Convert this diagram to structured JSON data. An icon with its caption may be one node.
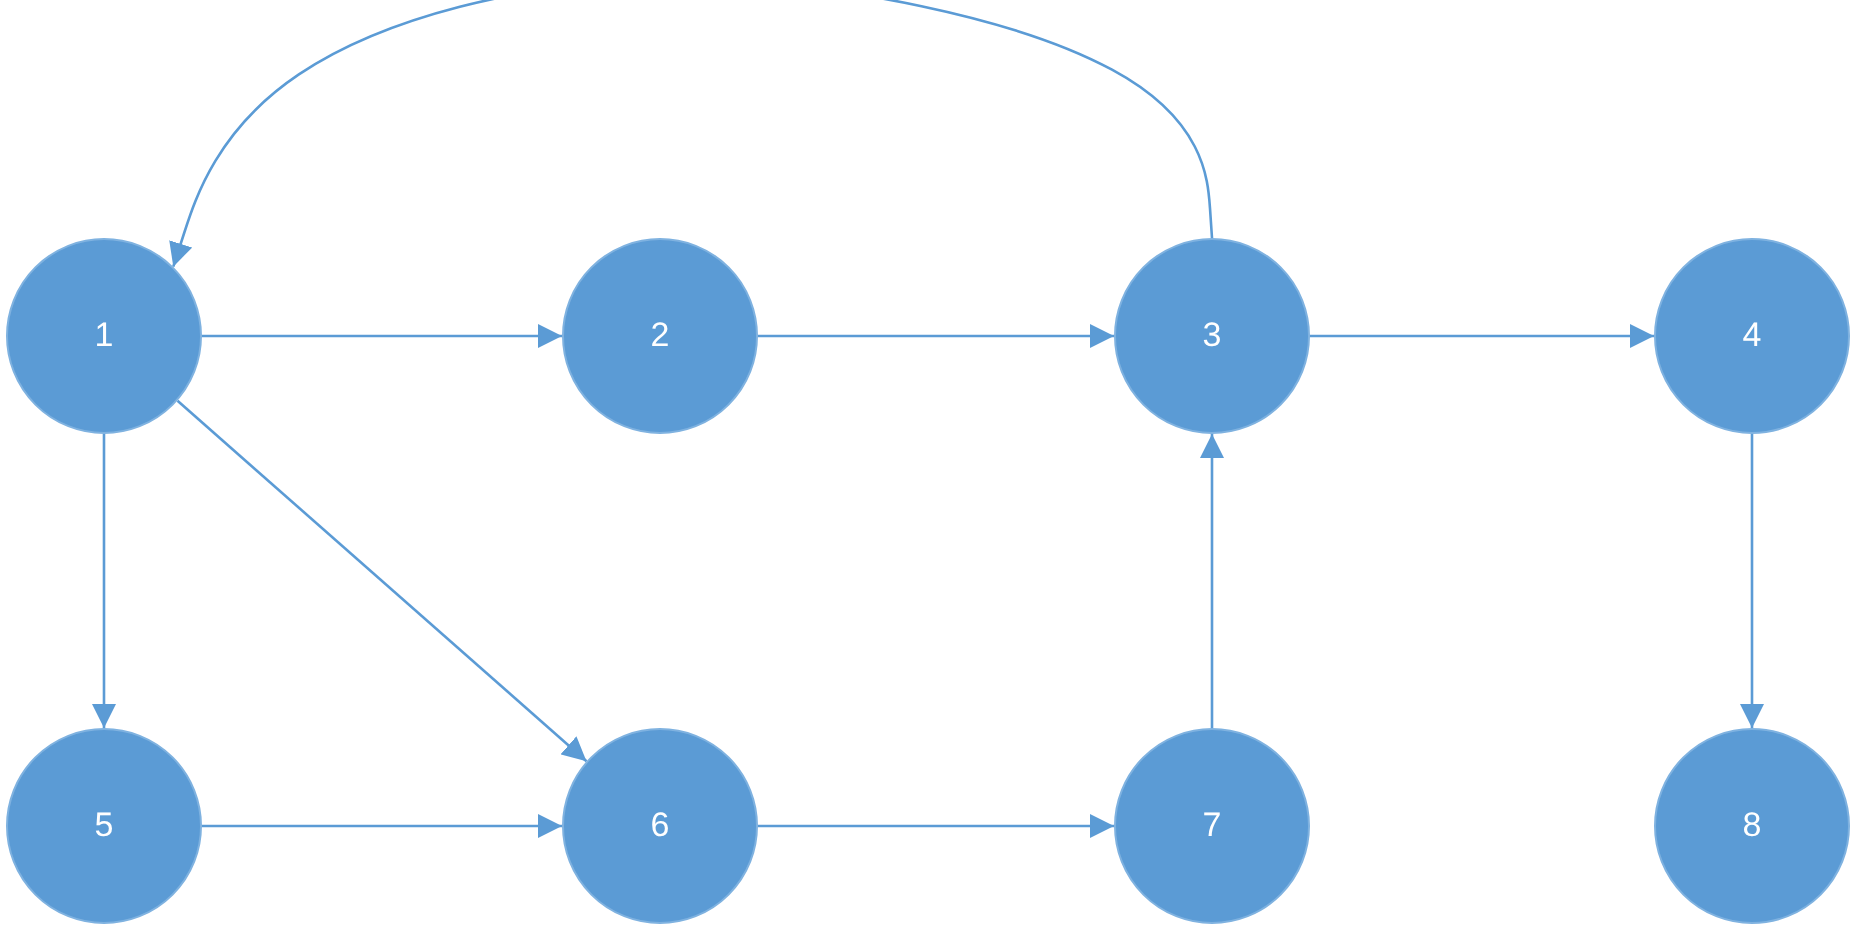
{
  "diagram": {
    "nodes": [
      {
        "text": [
          "1"
        ]
      },
      {
        "text": [
          "2"
        ]
      },
      {
        "text": [
          "3"
        ]
      },
      {
        "text": [
          "4"
        ]
      },
      {
        "text": [
          "5"
        ]
      },
      {
        "text": [
          "6"
        ]
      },
      {
        "text": [
          "7"
        ]
      },
      {
        "text": [
          "8"
        ]
      }
    ],
    "edges": [
      {
        "from": 2,
        "to": 0,
        "arrow": "to"
      },
      {
        "from": 0,
        "to": 1,
        "arrow": "to"
      },
      {
        "from": 1,
        "to": 2,
        "arrow": "to"
      },
      {
        "from": 2,
        "to": 3,
        "arrow": "to"
      },
      {
        "from": 0,
        "to": 4,
        "arrow": "to"
      },
      {
        "from": 0,
        "to": 5,
        "arrow": "to"
      },
      {
        "from": 3,
        "to": 7,
        "arrow": "to"
      },
      {
        "from": 4,
        "to": 5,
        "arrow": "to"
      },
      {
        "from": 5,
        "to": 6,
        "arrow": "to"
      },
      {
        "from": 6,
        "to": 2,
        "arrow": "to"
      }
    ]
  }
}
